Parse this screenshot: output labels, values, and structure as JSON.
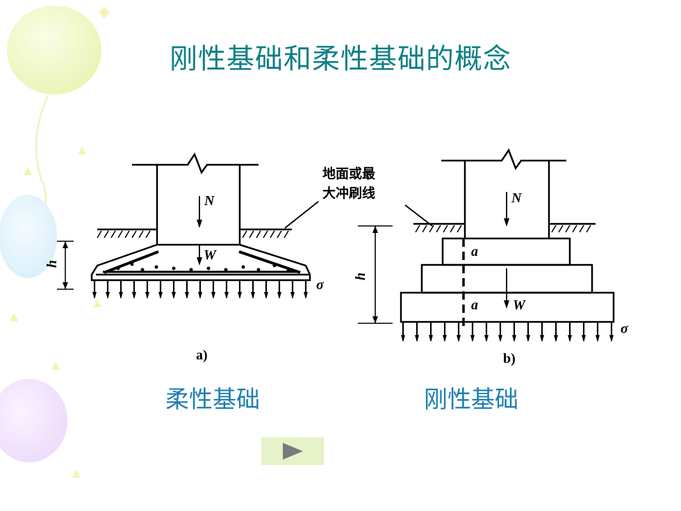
{
  "slide": {
    "title": "刚性基础和柔性基础的概念",
    "caption_flexible": "柔性基础",
    "caption_rigid": "刚性基础"
  },
  "diagram": {
    "ground_note_line1": "地面或最",
    "ground_note_line2": "大冲刷线",
    "label_a": "a)",
    "label_b": "b)",
    "load_n": "N",
    "load_w": "W",
    "height_h": "h",
    "pressure_sigma": "σ",
    "angle_a": "a"
  },
  "colors": {
    "title": "#0f7f86",
    "caption": "#1d7fb0",
    "play_bg": "#e6f2c8"
  },
  "icons": {
    "play": "play-triangle-icon"
  }
}
